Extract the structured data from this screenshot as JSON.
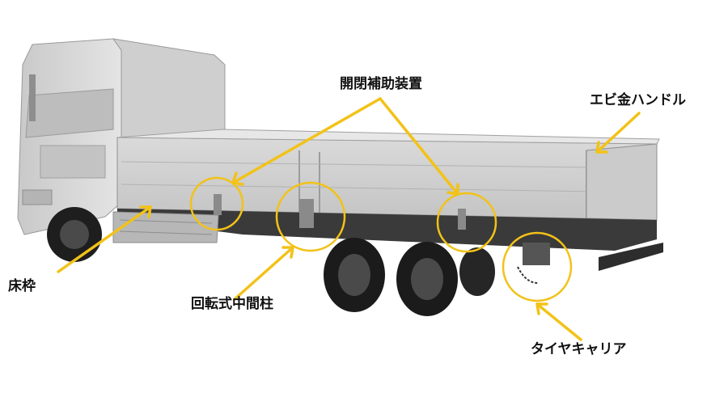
{
  "labels": {
    "opening_assist": "開閉補助装置",
    "ebi_handle": "エビ金ハンドル",
    "floor_frame": "床枠",
    "rotating_post": "回転式中間柱",
    "tire_carrier": "タイヤキャリア"
  },
  "colors": {
    "callout": "#f2c218",
    "label_text": "#111111",
    "body_light": "#d6d6d6",
    "body_mid": "#b9b9b9",
    "body_dark": "#2a2a2a"
  }
}
